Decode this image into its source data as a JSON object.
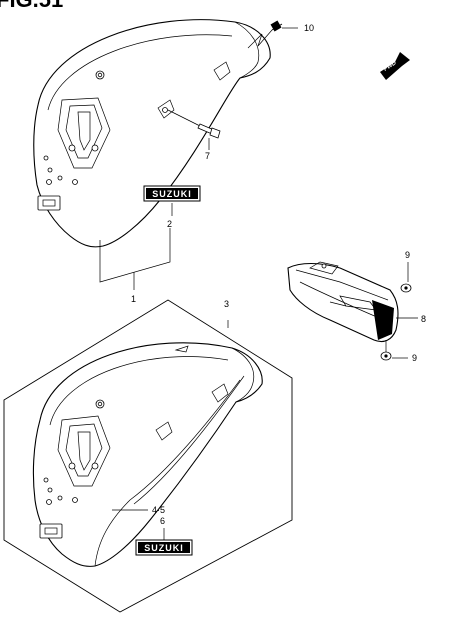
{
  "figure": {
    "title": "FIG.51"
  },
  "badge_text": "SUZUKI",
  "direction_label": "FWD",
  "callouts": [
    {
      "id": "c10",
      "label": "10"
    },
    {
      "id": "c7",
      "label": "7"
    },
    {
      "id": "c2",
      "label": "2"
    },
    {
      "id": "c1",
      "label": "1"
    },
    {
      "id": "c3",
      "label": "3"
    },
    {
      "id": "c9a",
      "label": "9"
    },
    {
      "id": "c8",
      "label": "8"
    },
    {
      "id": "c9b",
      "label": "9"
    },
    {
      "id": "c45",
      "label": "4·5"
    },
    {
      "id": "c6",
      "label": "6"
    }
  ]
}
